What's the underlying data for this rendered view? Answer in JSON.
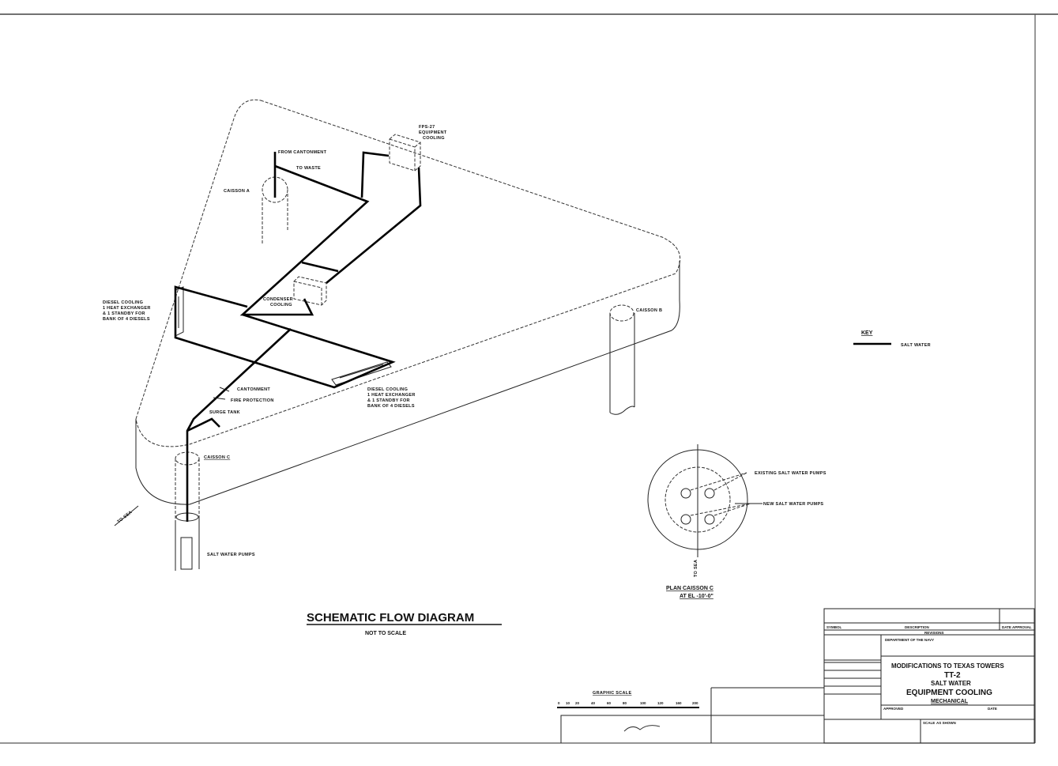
{
  "drawing": {
    "title": "SCHEMATIC FLOW DIAGRAM",
    "subtitle": "NOT TO SCALE",
    "labels": {
      "ppe_unit": [
        "FPS-27",
        "EQUIPMENT",
        "COOLING"
      ],
      "from_cantonment": "FROM CANTONMENT",
      "to_waste": "TO WASTE",
      "caisson_a": "CAISSON A",
      "caisson_b": "CAISSON B",
      "caisson_c": "CAISSON C",
      "condenser": [
        "CONDENSER",
        "COOLING"
      ],
      "diesel_left": [
        "DIESEL COOLING",
        "1 HEAT EXCHANGER",
        "& 1 STANDBY FOR",
        "BANK OF 4 DIESELS"
      ],
      "diesel_right": [
        "DIESEL COOLING",
        "1 HEAT EXCHANGER",
        "& 1 STANDBY FOR",
        "BANK OF 4 DIESELS"
      ],
      "cantonment": "CANTONMENT",
      "fire_protection": "FIRE PROTECTION",
      "surge_tank": "SURGE TANK",
      "to_sea": "TO SEA",
      "salt_water_pumps": "SALT WATER PUMPS"
    }
  },
  "key": {
    "title": "KEY",
    "salt_water": "SALT WATER"
  },
  "plan": {
    "existing": "EXISTING SALT WATER PUMPS",
    "new": "NEW SALT WATER PUMPS",
    "to_sea": "TO SEA",
    "title": "PLAN CAISSON C",
    "elevation": "AT EL -10'-0\""
  },
  "graphic_scale": {
    "title": "GRAPHIC SCALE",
    "ticks": [
      "0",
      "10",
      "20",
      "40",
      "60",
      "80",
      "100",
      "120",
      "160",
      "200"
    ]
  },
  "title_block": {
    "project": "MODIFICATIONS TO TEXAS TOWERS",
    "tower": "TT-2",
    "system": "SALT WATER",
    "subject": "EQUIPMENT COOLING",
    "discipline": "MECHANICAL",
    "scale_label": "SCALE",
    "scale_value": "AS SHOWN",
    "revisions": "REVISIONS",
    "symbol": "SYMBOL",
    "description": "DESCRIPTION",
    "date_approval": "DATE  APPROVAL",
    "department": "DEPARTMENT OF THE NAVY",
    "approved": "APPROVED",
    "date": "DATE"
  }
}
